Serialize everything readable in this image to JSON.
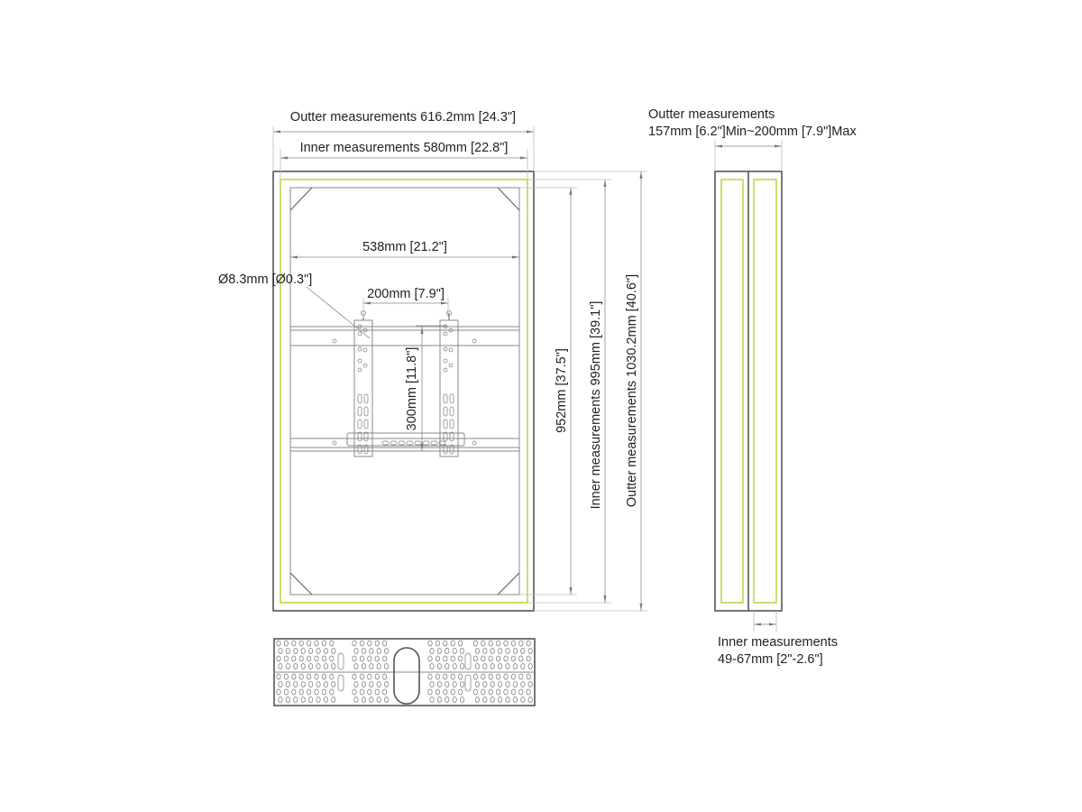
{
  "front_view": {
    "outer_width_label": "Outter measurements 616.2mm [24.3\"]",
    "inner_width_label": "Inner measurements 580mm [22.8\"]",
    "rail_width_label": "538mm [21.2\"]",
    "hole_diameter_label": "Ø8.3mm [Ø0.3\"]",
    "vesa_horizontal_label": "200mm [7.9\"]",
    "vesa_vertical_label": "300mm [11.8\"]",
    "rail_height_label": "952mm [37.5\"]",
    "inner_height_label": "Inner measurements 995mm [39.1\"]",
    "outer_height_label": "Outter measurements 1030.2mm [40.6\"]"
  },
  "side_view": {
    "outer_depth_title": "Outter measurements",
    "outer_depth_value": "157mm [6.2\"]Min~200mm [7.9\"]Max",
    "inner_depth_title": "Inner measurements",
    "inner_depth_value": "49-67mm [2\"-2.6\"]"
  },
  "colors": {
    "frame": "#555555",
    "inner_outline": "#bcd84a",
    "dimension": "#888888"
  }
}
